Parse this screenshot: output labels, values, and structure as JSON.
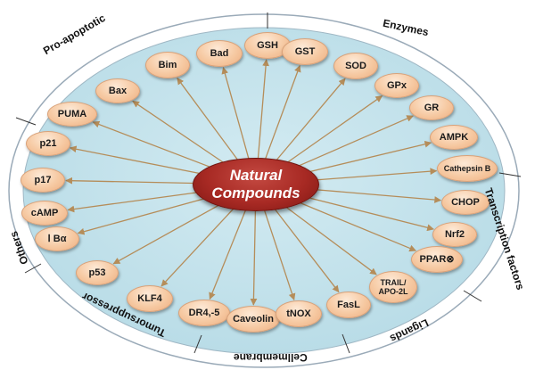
{
  "center": {
    "line1": "Natural",
    "line2": "Compounds"
  },
  "categories": {
    "pro_apoptotic": "Pro-apoptotic",
    "enzymes": "Enzymes",
    "transcription_factors": "Transcription factors",
    "ligands": "Ligands",
    "cell_membrane": "Cellmembrane",
    "tumor_suppressor": "Tumorsuppressor",
    "others": "Others"
  },
  "nodes": [
    {
      "label": "Bad"
    },
    {
      "label": "GSH"
    },
    {
      "label": "GST"
    },
    {
      "label": "Bim"
    },
    {
      "label": "SOD"
    },
    {
      "label": "Bax"
    },
    {
      "label": "GPx"
    },
    {
      "label": "PUMA"
    },
    {
      "label": "GR"
    },
    {
      "label": "p21"
    },
    {
      "label": "AMPK"
    },
    {
      "label": "Cathepsin B"
    },
    {
      "label": "p17"
    },
    {
      "label": "CHOP"
    },
    {
      "label": "cAMP"
    },
    {
      "label": "Nrf2"
    },
    {
      "label": "Ⅰ Bα"
    },
    {
      "label": "PPAR⊗"
    },
    {
      "label": "p53"
    },
    {
      "label": "TRAIL/ APO-2L"
    },
    {
      "label": "KLF4"
    },
    {
      "label": "FasL"
    },
    {
      "label": "DR4,-5"
    },
    {
      "label": "Caveolin"
    },
    {
      "label": "tNOX"
    }
  ],
  "colors": {
    "background_ellipse": "#bfe0ea",
    "center_fill": "#a82a24",
    "node_fill": "#f6c9a2",
    "arrow": "#b58d5a"
  }
}
